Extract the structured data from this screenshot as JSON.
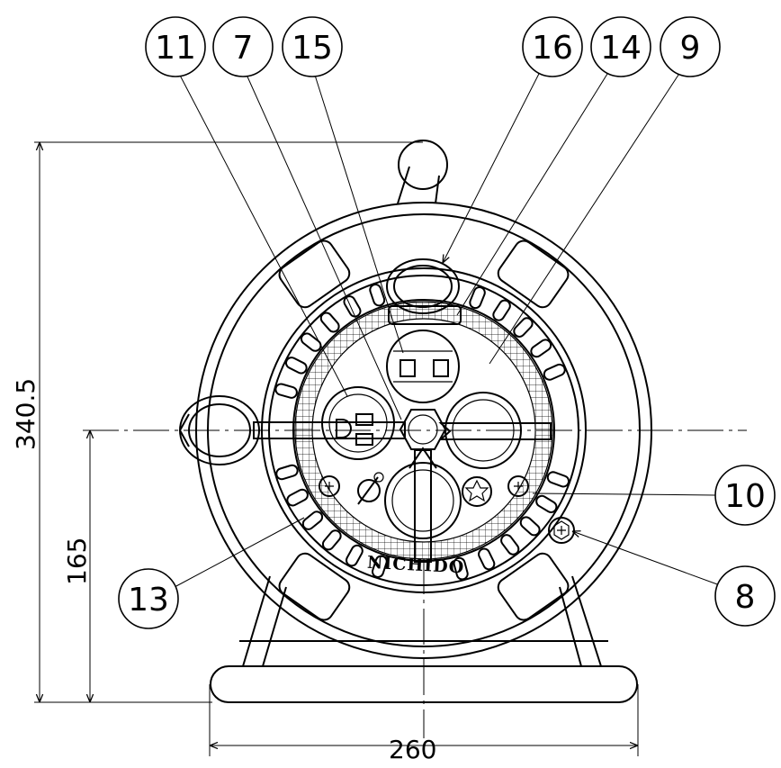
{
  "callouts": [
    "11",
    "7",
    "15",
    "16",
    "14",
    "9",
    "10",
    "8",
    "13"
  ],
  "dimensions": {
    "height_total": "340.5",
    "height_center": "165",
    "width_base": "260"
  },
  "brand": "NICHIDO"
}
